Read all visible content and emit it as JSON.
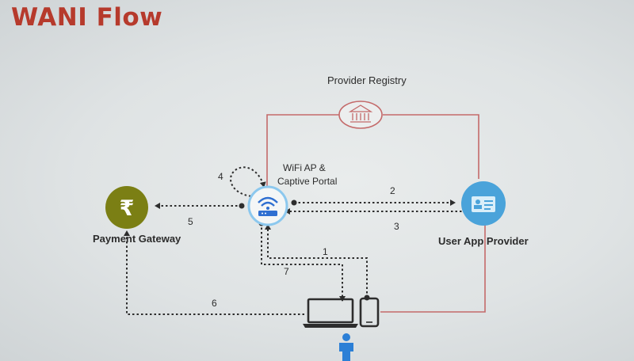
{
  "slide": {
    "title": "WANI Flow"
  },
  "nodes": {
    "registry": {
      "label": "Provider Registry",
      "icon": "bank-icon"
    },
    "ap": {
      "label_line1": "WiFi  AP &",
      "label_line2": "Captive Portal",
      "icon": "wifi-router-icon"
    },
    "payment": {
      "label": "Payment Gateway",
      "icon": "rupee-icon"
    },
    "app_provider": {
      "label": "User App Provider",
      "icon": "id-card-icon"
    },
    "user": {
      "icon": "person-icon",
      "devices": [
        "laptop-icon",
        "phone-icon"
      ]
    }
  },
  "flows": [
    "1",
    "2",
    "3",
    "4",
    "5",
    "6",
    "7"
  ],
  "colors": {
    "title": "#b63a2c",
    "registry_link": "#c46a6a",
    "payment_circle": "#7b7f14",
    "wifi_circle": "#8cc8ee",
    "app_circle": "#4aa3da",
    "person": "#2b7fd6"
  }
}
